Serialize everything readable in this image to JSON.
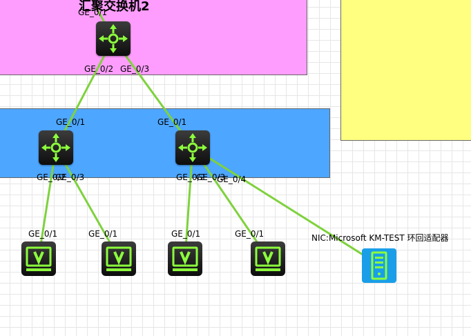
{
  "zones": [
    {
      "name": "zone-pink",
      "color": "#ff9dff"
    },
    {
      "name": "zone-blue",
      "color": "#4da6ff"
    },
    {
      "name": "zone-yellow",
      "color": "#ffff80"
    }
  ],
  "colors": {
    "link": "#7ed23c",
    "icon_green": "#8cff3c",
    "server": "#1a9ee8"
  },
  "devices": {
    "agg_switch": {
      "title": "汇聚交换机2",
      "icon": "router-icon"
    },
    "access_switch_1": {
      "icon": "router-icon"
    },
    "access_switch_2": {
      "icon": "router-icon"
    },
    "pcs": [
      "pc-icon",
      "pc-icon",
      "pc-icon",
      "pc-icon"
    ],
    "host": {
      "label": "NIC:Microsoft KM-TEST 环回适配器",
      "icon": "server-icon"
    }
  },
  "ports": {
    "agg_top": "GE_0/1",
    "agg_left": "GE_0/2",
    "agg_right": "GE_0/3",
    "sw1_up": "GE_0/1",
    "sw1_down_a": "GE_0/2",
    "sw1_down_b": "GE_0/3",
    "sw2_up": "GE_0/1",
    "sw2_down_a": "GE_0/2",
    "sw2_down_b": "GE_0/3",
    "sw2_down_c": "GE_0/4",
    "pc1": "GE_0/1",
    "pc2": "GE_0/1",
    "pc3": "GE_0/1",
    "pc4": "GE_0/1"
  }
}
